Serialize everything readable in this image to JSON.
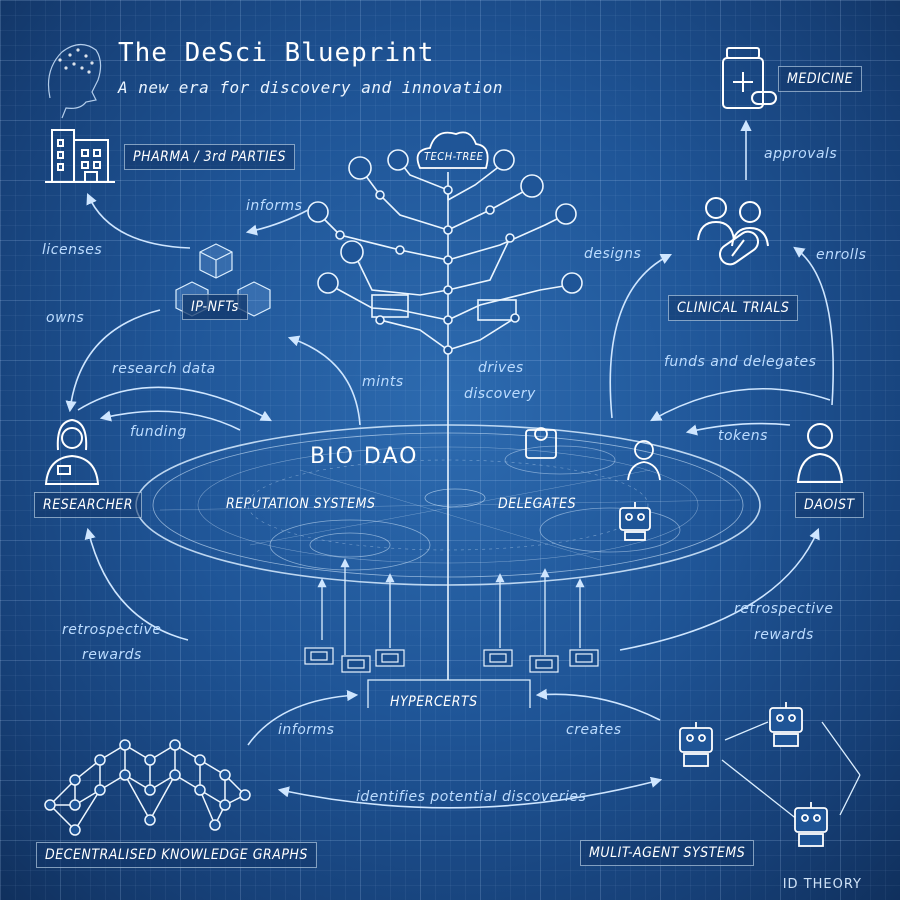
{
  "header": {
    "title": "The DeSci Blueprint",
    "subtitle": "A new era for discovery and innovation"
  },
  "nodes": {
    "pharma": "PHARMA / 3rd PARTIES",
    "tech_tree": "TECH-TREE",
    "medicine": "MEDICINE",
    "ip_nfts": "IP-NFTs",
    "clinical_trials": "CLINICAL TRIALS",
    "researcher": "RESEARCHER",
    "bio_dao": "BIO DAO",
    "reputation_systems": "REPUTATION SYSTEMS",
    "delegates": "DELEGATES",
    "daoist": "DAOIST",
    "hypercerts": "HYPERCERTS",
    "knowledge_graphs": "DECENTRALISED KNOWLEDGE GRAPHS",
    "multi_agent": "MULIT-AGENT SYSTEMS"
  },
  "edges": {
    "informs_top": "informs",
    "licenses": "licenses",
    "owns": "owns",
    "research_data": "research data",
    "funding": "funding",
    "mints": "mints",
    "drives": "drives",
    "discovery": "discovery",
    "designs": "designs",
    "approvals": "approvals",
    "enrolls": "enrolls",
    "funds_and_delegates": "funds and delegates",
    "tokens": "tokens",
    "retro_left_1": "retrospective",
    "retro_left_2": "rewards",
    "retro_right_1": "retrospective",
    "retro_right_2": "rewards",
    "informs_bottom": "informs",
    "creates": "creates",
    "identifies": "identifies potential discoveries"
  },
  "brand": "ID THEORY",
  "colors": {
    "line": "#dcefff",
    "accent": "#9fd0ff",
    "background": "#1f5597"
  },
  "icons": [
    "brain-head-icon",
    "building-icon",
    "medicine-bottle-icon",
    "cloud-icon",
    "cube-stack-icon",
    "team-pill-icon",
    "researcher-icon",
    "daoist-icon",
    "delegate-icon",
    "robot-icon",
    "knowledge-graph-icon",
    "hypercert-card-icon"
  ]
}
